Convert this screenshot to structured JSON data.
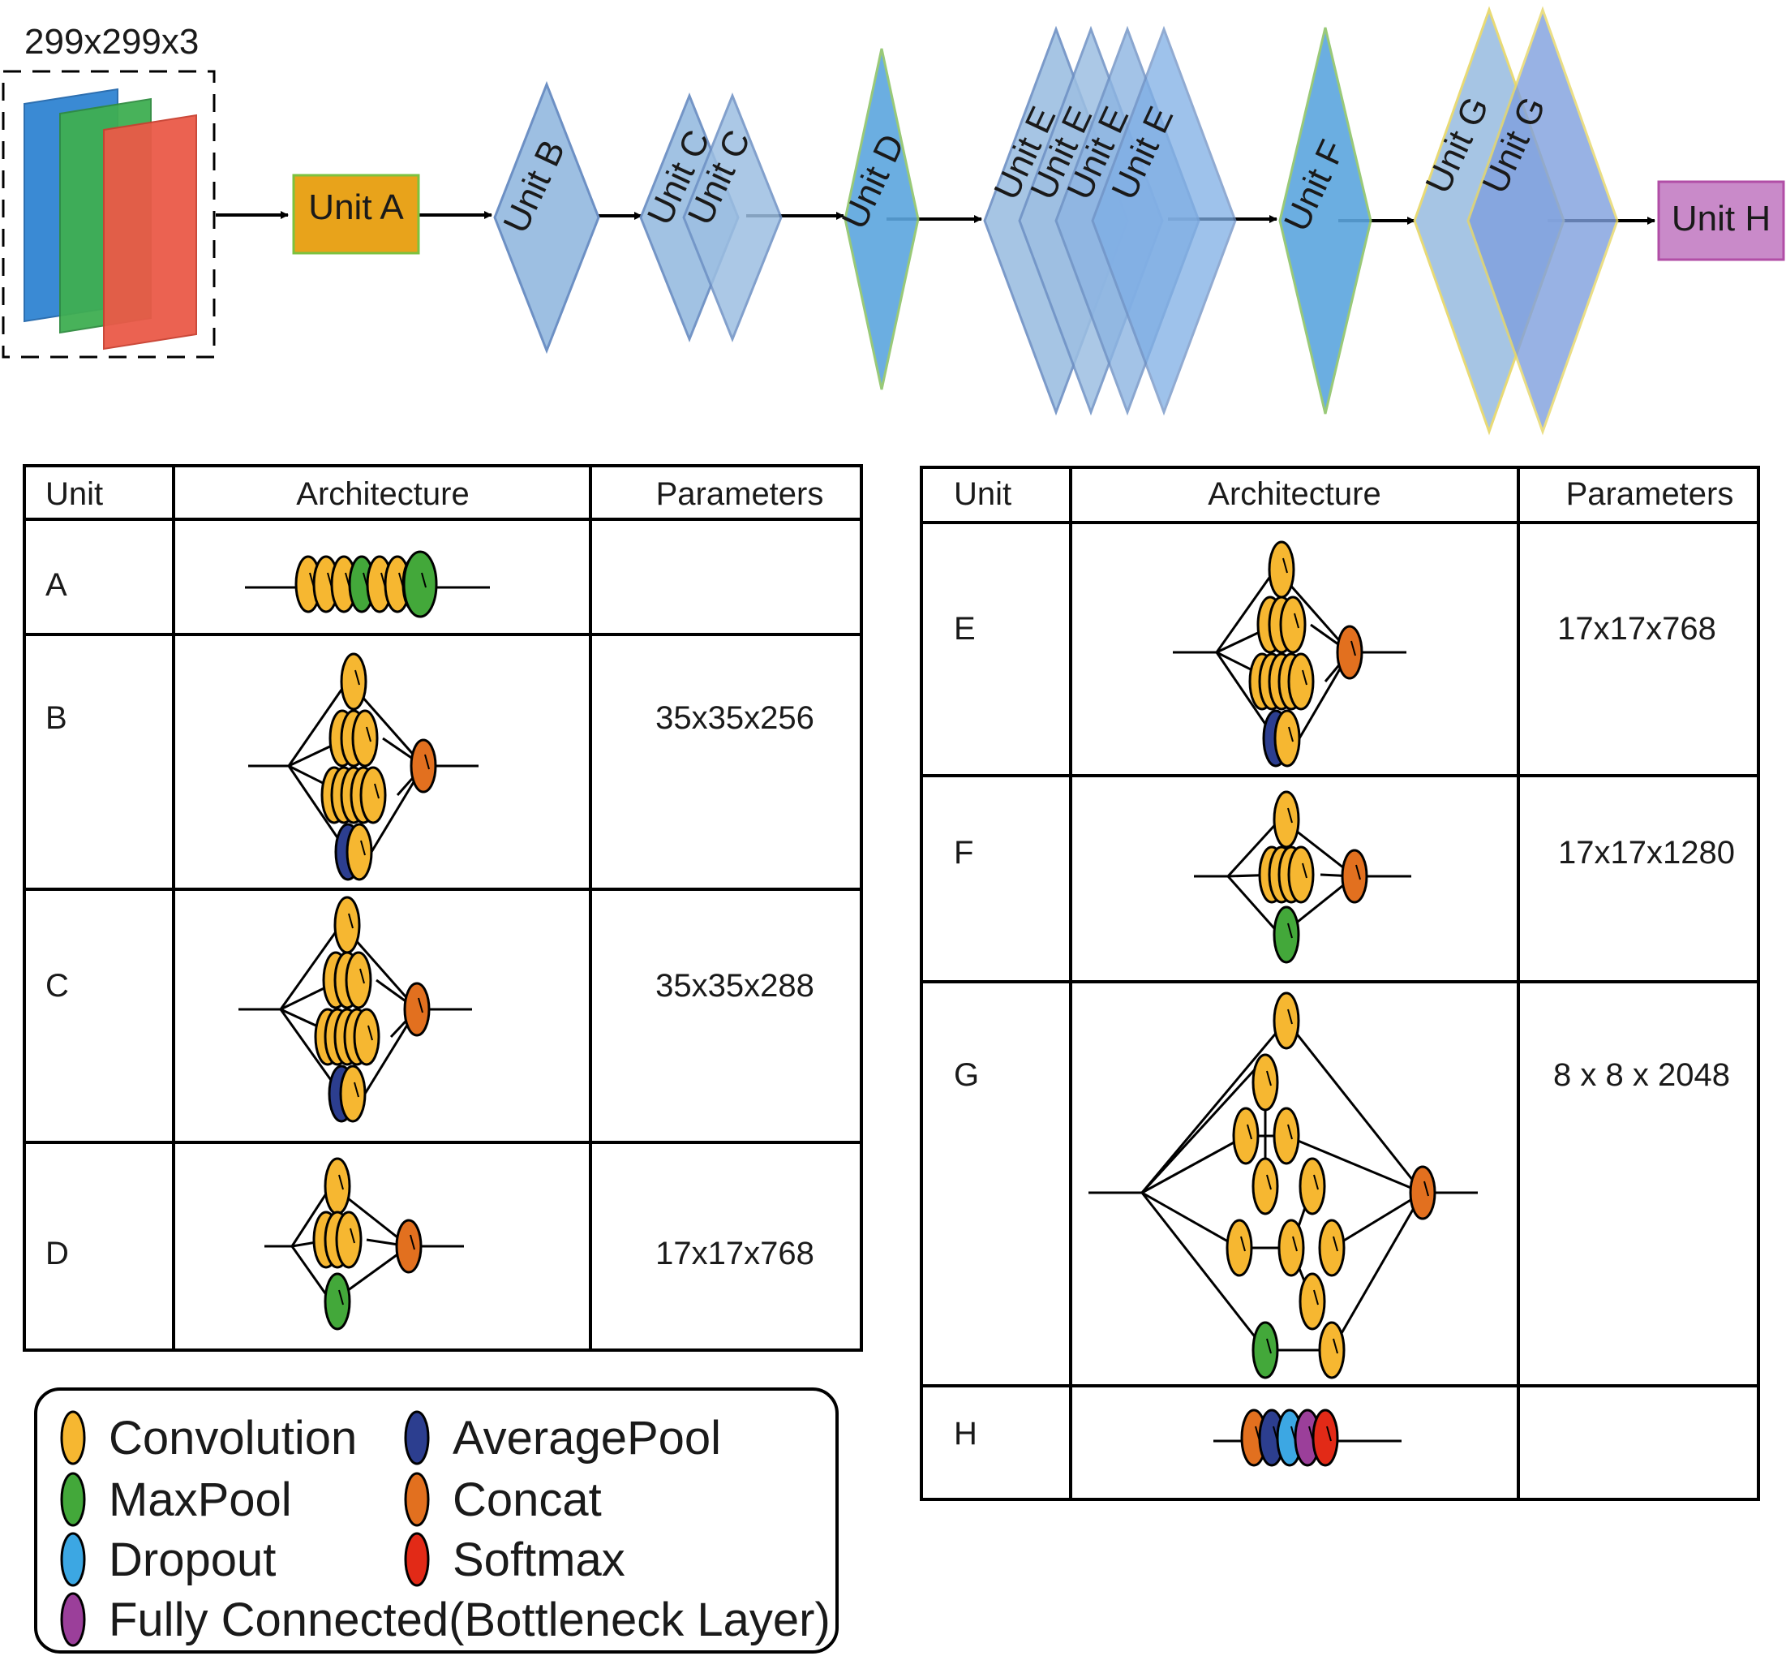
{
  "input": {
    "dims": "299x299x3",
    "colors": [
      "#3a8ad4",
      "#3fae52",
      "#ea5a48"
    ]
  },
  "pipeline": {
    "unit_a": "Unit A",
    "unit_b": "Unit B",
    "unit_c": "Unit C",
    "unit_d": "Unit D",
    "unit_e": "Unit E",
    "unit_f": "Unit F",
    "unit_g": "Unit G",
    "unit_h": "Unit H"
  },
  "tables": {
    "headers": {
      "unit": "Unit",
      "architecture": "Architecture",
      "parameters": "Parameters"
    },
    "rows": [
      {
        "unit": "A",
        "parameters": ""
      },
      {
        "unit": "B",
        "parameters": "35x35x256"
      },
      {
        "unit": "C",
        "parameters": "35x35x288"
      },
      {
        "unit": "D",
        "parameters": "17x17x768"
      },
      {
        "unit": "E",
        "parameters": "17x17x768"
      },
      {
        "unit": "F",
        "parameters": "17x17x1280"
      },
      {
        "unit": "G",
        "parameters": "8 x 8 x 2048"
      },
      {
        "unit": "H",
        "parameters": ""
      }
    ]
  },
  "legend": [
    {
      "label": "Convolution",
      "color": "#f6b731"
    },
    {
      "label": "AveragePool",
      "color": "#2c3e8f"
    },
    {
      "label": "MaxPool",
      "color": "#43a83a"
    },
    {
      "label": "Concat",
      "color": "#e2701f"
    },
    {
      "label": "Dropout",
      "color": "#3ca7e3"
    },
    {
      "label": "Softmax",
      "color": "#e22a17"
    },
    {
      "label": "Fully Connected(Bottleneck Layer)",
      "color": "#9b3f9a"
    }
  ],
  "colors": {
    "unit_a_fill": "#e8a31b",
    "unit_a_border": "#7cc23f",
    "unit_h_fill": "#c98ac9",
    "unit_h_border": "#b14ea6",
    "diamond_fill": "#9dbfe2",
    "diamond_stroke": "#6d90c4"
  }
}
